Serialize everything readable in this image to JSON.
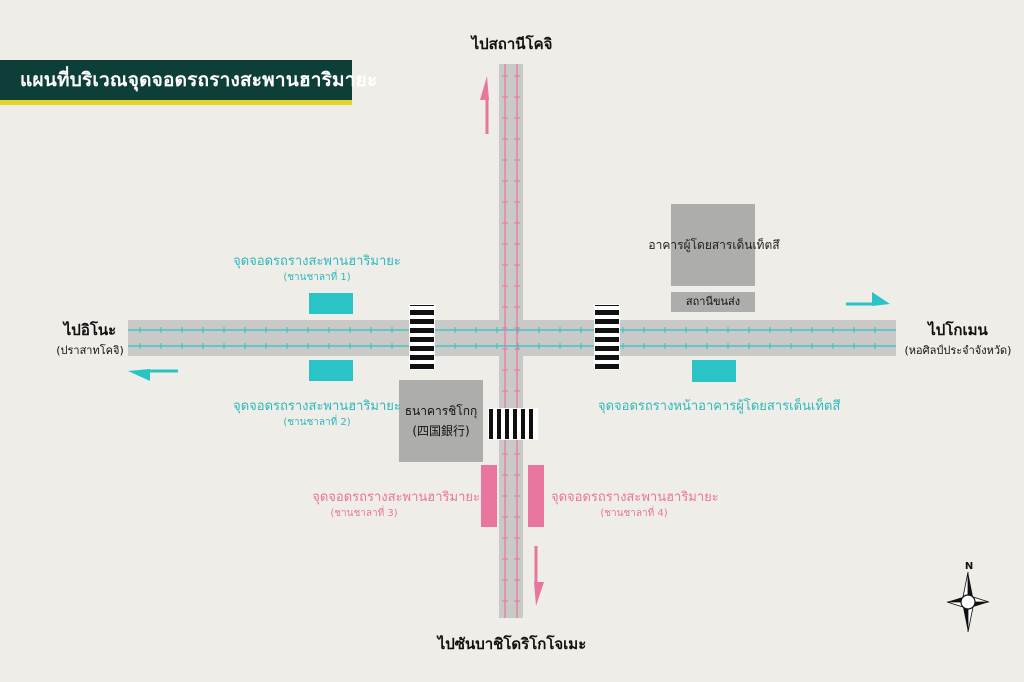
{
  "title": "แผนที่บริเวณจุดจอดรถรางสะพานฮาริมายะ",
  "directions": {
    "north": "ไปสถานีโคจิ",
    "south": "ไปซันบาชิโดริโกโจเมะ",
    "west": "ไปอิโนะ",
    "west_sub": "(ปราสาทโคจิ)",
    "east": "ไปโกเมน",
    "east_sub": "(หอศิลป์ประจำจังหวัด)"
  },
  "stops": {
    "stop1": {
      "name": "จุดจอดรถรางสะพานฮาริมายะ",
      "sub": "(ชานชาลาที่ 1)"
    },
    "stop2": {
      "name": "จุดจอดรถรางสะพานฮาริมายะ",
      "sub": "(ชานชาลาที่ 2)"
    },
    "stop3": {
      "name": "จุดจอดรถรางสะพานฮาริมายะ",
      "sub": "(ชานชาลาที่ 3)"
    },
    "stop4": {
      "name": "จุดจอดรถรางสะพานฮาริมายะ",
      "sub": "(ชานชาลาที่ 4)"
    },
    "front_building": {
      "name": "จุดจอดรถรางหน้าอาคารผู้โดยสารเด็นเท็ตสึ"
    }
  },
  "buildings": {
    "passenger_building": "อาคารผู้โดยสารเด็นเท็ตสึ",
    "transport_station": "สถานีขนส่ง",
    "bank_line1": "ธนาคารชิโกกุ",
    "bank_line2": "(四国銀行)"
  },
  "compass_label": "N",
  "colors": {
    "teal": "#2bc4c6",
    "pink": "#e8769e",
    "banner": "#0d3e38",
    "banner_accent": "#e1d628",
    "road": "#c9c9c7",
    "building": "#adadab",
    "background": "#efede7"
  },
  "icons": [
    "arrow-north-icon",
    "arrow-south-icon",
    "arrow-west-icon",
    "arrow-east-icon",
    "compass-icon"
  ]
}
